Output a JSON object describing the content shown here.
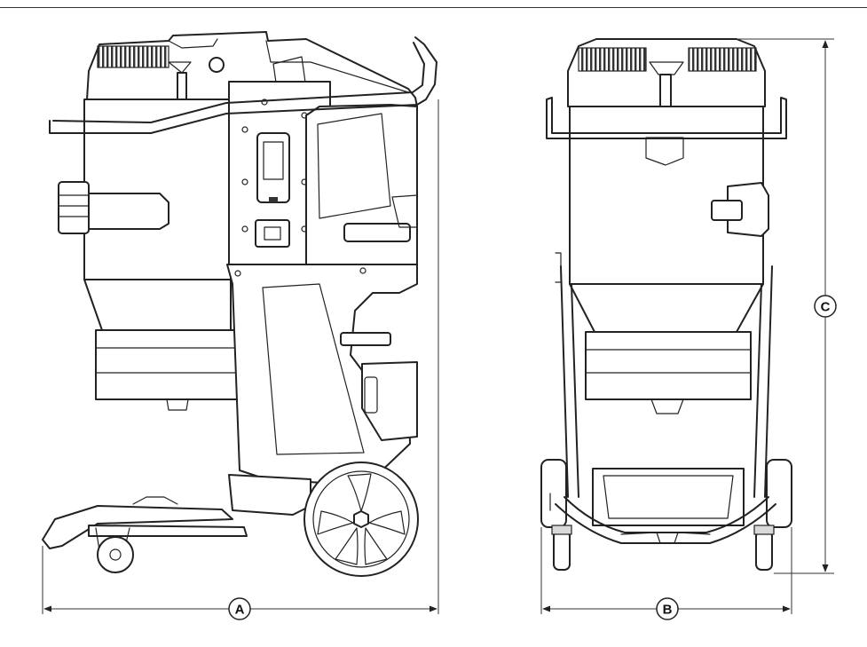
{
  "diagram": {
    "dimension_labels": {
      "a": "A",
      "b": "B",
      "c": "C"
    },
    "views": [
      "side-view",
      "front-view"
    ]
  },
  "colors": {
    "line": "#222222",
    "background": "#ffffff"
  }
}
